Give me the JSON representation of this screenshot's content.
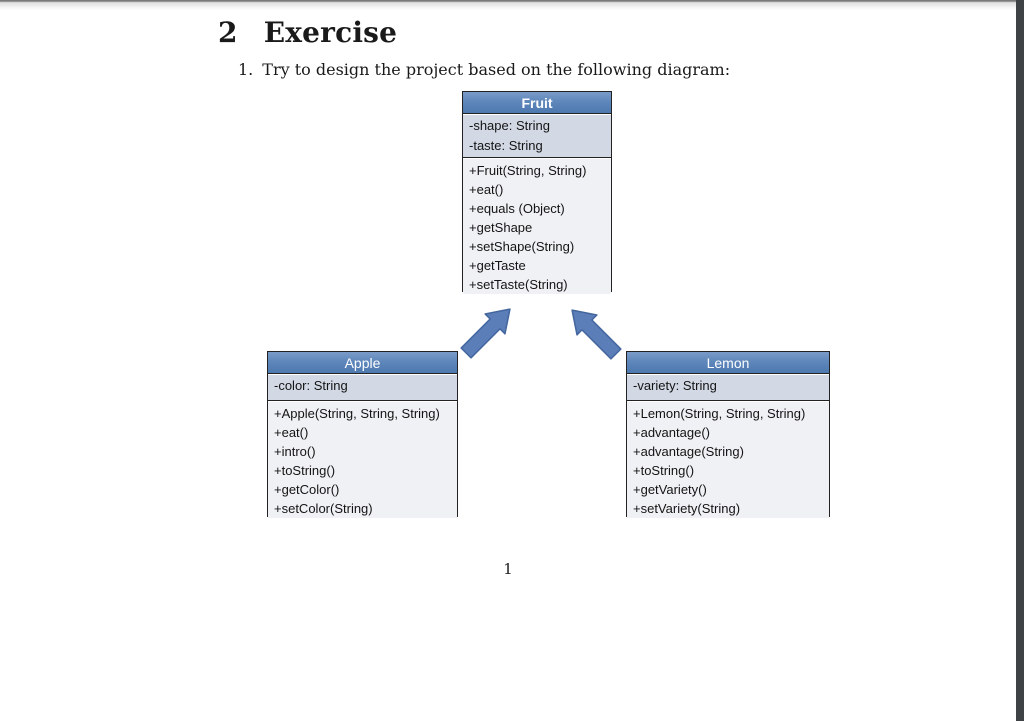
{
  "document": {
    "section_number": "2",
    "section_title": "Exercise",
    "list_item_number": "1.",
    "list_item_text": "Try to design the project based on the following diagram:",
    "page_number": "1"
  },
  "colors": {
    "class_header_blue": "#5f87bb",
    "attribute_section_bg": "#d2d8e4",
    "method_section_bg": "#f0f1f4",
    "box_border": "#222222",
    "arrow_fill": "#5b7db8",
    "arrow_stroke": "#44669e",
    "right_edge_strip": "#3e4245"
  },
  "diagram": {
    "classes": [
      {
        "name": "Fruit",
        "attributes": [
          "-shape: String",
          "-taste: String"
        ],
        "methods": [
          "+Fruit(String, String)",
          "+eat()",
          "+equals (Object)",
          "+getShape",
          "+setShape(String)",
          "+getTaste",
          "+setTaste(String)"
        ]
      },
      {
        "name": "Apple",
        "attributes": [
          "-color: String"
        ],
        "methods": [
          "+Apple(String, String, String)",
          "+eat()",
          "+intro()",
          "+toString()",
          "+getColor()",
          "+setColor(String)"
        ]
      },
      {
        "name": "Lemon",
        "attributes": [
          "-variety: String"
        ],
        "methods": [
          "+Lemon(String, String, String)",
          "+advantage()",
          "+advantage(String)",
          "+toString()",
          "+getVariety()",
          "+setVariety(String)"
        ]
      }
    ]
  }
}
